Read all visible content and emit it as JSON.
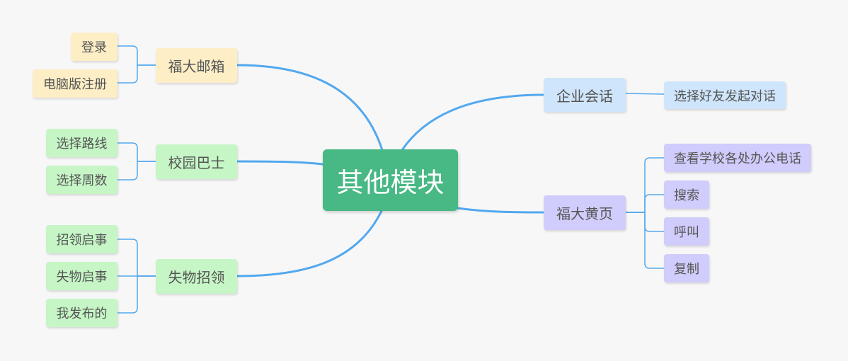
{
  "mindmap": {
    "root": {
      "label": "其他模块"
    },
    "branches": {
      "mailbox": {
        "label": "福大邮箱",
        "children": [
          "登录",
          "电脑版注册"
        ]
      },
      "bus": {
        "label": "校园巴士",
        "children": [
          "选择路线",
          "选择周数"
        ]
      },
      "lost": {
        "label": "失物招领",
        "children": [
          "招领启事",
          "失物启事",
          "我发布的"
        ]
      },
      "chat": {
        "label": "企业会话",
        "children": [
          "选择好友发起对话"
        ]
      },
      "yellow": {
        "label": "福大黄页",
        "children": [
          "查看学校各处办公电话",
          "搜索",
          "呼叫",
          "复制"
        ]
      }
    },
    "colors": {
      "connector": "#52a8ee",
      "root": "#48b884",
      "yellow": "#fdeec6",
      "green": "#c6f6c6",
      "blue": "#cfe5fb",
      "purple": "#d0ccfb"
    }
  }
}
